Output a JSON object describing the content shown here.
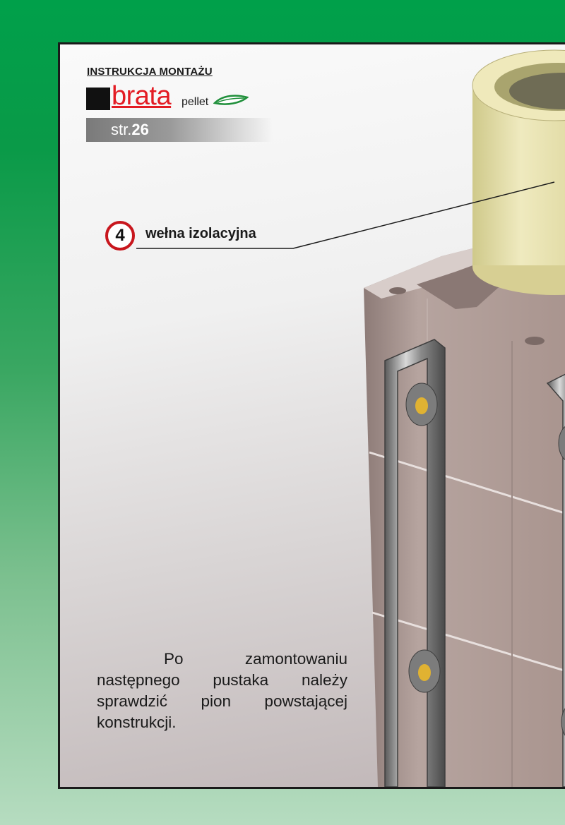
{
  "header": {
    "title": "INSTRUKCJA MONTAŻU"
  },
  "logo": {
    "brand": "brata",
    "sub": "pellet",
    "brand_color": "#e31b23",
    "icon": "leaf-swoosh-icon"
  },
  "page": {
    "prefix": "str.",
    "number": "26"
  },
  "callouts": [
    {
      "number": "4",
      "label": "wełna izolacyjna",
      "circle_color": "#c8161d"
    }
  ],
  "instructions": {
    "paragraph": "Po zamontowaniu następnego pustaka należy sprawdzić pion powstającej konstrukcji."
  },
  "colors": {
    "background_green": "#00a04a",
    "panel_border": "#1a1a1a",
    "insulation": "#e8e2a8",
    "block": "#b9a7a2",
    "steel": "#9a9a9a"
  }
}
